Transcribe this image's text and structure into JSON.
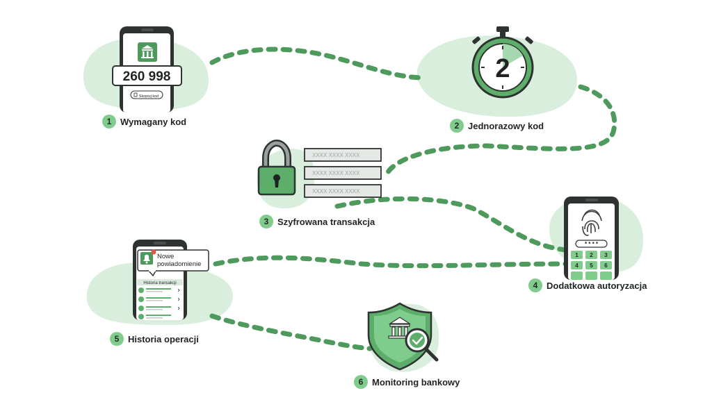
{
  "steps": [
    {
      "num": "1",
      "label": "Wymagany kod"
    },
    {
      "num": "2",
      "label": "Jednorazowy kod"
    },
    {
      "num": "3",
      "label": "Szyfrowana transakcja"
    },
    {
      "num": "4",
      "label": "Dodatkowa autoryzacja"
    },
    {
      "num": "5",
      "label": "Historia operacji"
    },
    {
      "num": "6",
      "label": "Monitoring bankowy"
    }
  ],
  "phone1": {
    "code": "260 998",
    "copy_label": "Skopiuj kod"
  },
  "stopwatch": {
    "value": "2"
  },
  "encrypted_fields": [
    "XXXX  XXXX  XXXX",
    "XXXX  XXXX  XXXX",
    "XXXX  XXXX  XXXX"
  ],
  "phone4": {
    "pin_mask": "* * * *",
    "keys": [
      "1",
      "2",
      "3",
      "4",
      "5",
      "6"
    ]
  },
  "phone5": {
    "notification_line1": "Nowe",
    "notification_line2": "powiadomienie",
    "history_title": "Historia transakcji"
  },
  "colors": {
    "green": "#5cae6a",
    "light_green": "#d6ecd9",
    "dark": "#2b2f2d",
    "path": "#4e9a5c"
  }
}
